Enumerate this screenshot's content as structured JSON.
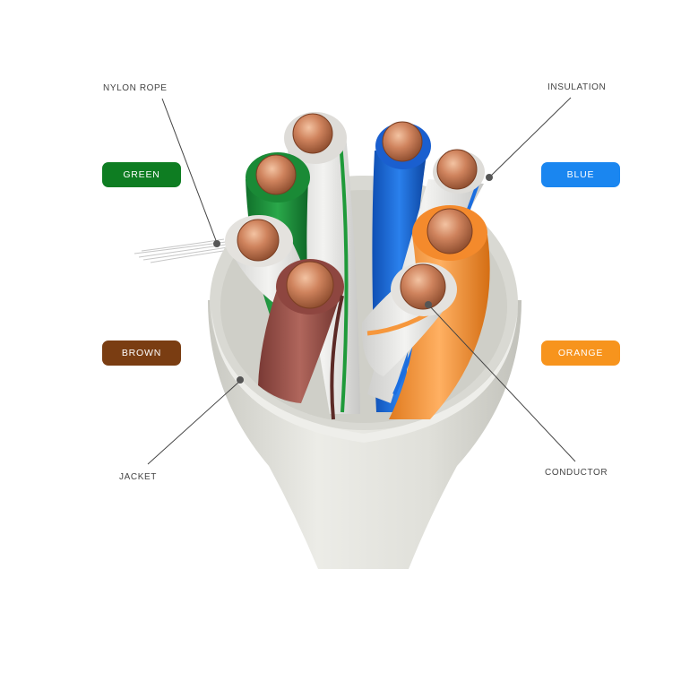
{
  "labels": {
    "nylon_rope": "NYLON ROPE",
    "insulation": "INSULATION",
    "jacket": "JACKET",
    "conductor": "CONDUCTOR"
  },
  "pills": {
    "green": {
      "text": "GREEN",
      "color": "#0e7d22"
    },
    "blue": {
      "text": "BLUE",
      "color": "#1a86f0"
    },
    "brown": {
      "text": "BROWN",
      "color": "#7a3d12"
    },
    "orange": {
      "text": "ORANGE",
      "color": "#f7941d"
    }
  },
  "colors": {
    "jacket": "#e2e2dc",
    "copper": "#c87a55",
    "green_wire": "#1f9a3a",
    "blue_wire": "#1565d8",
    "brown_wire": "#97504a",
    "orange_wire": "#f6973c",
    "white_wire": "#e6e6e4"
  }
}
